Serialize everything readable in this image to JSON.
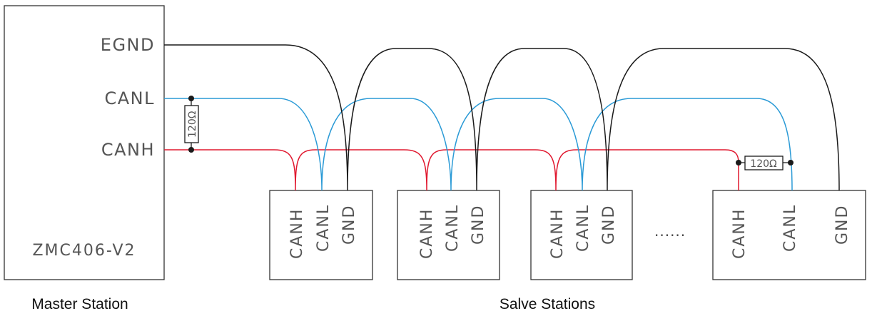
{
  "master": {
    "model": "ZMC406-V2",
    "pins": {
      "egnd": "EGND",
      "canl": "CANL",
      "canh": "CANH"
    },
    "caption": "Master Station"
  },
  "slaves": [
    {
      "pins": [
        "CANH",
        "CANL",
        "GND"
      ]
    },
    {
      "pins": [
        "CANH",
        "CANL",
        "GND"
      ]
    },
    {
      "pins": [
        "CANH",
        "CANL",
        "GND"
      ]
    },
    {
      "pins": [
        "CANH",
        "CANL",
        "GND"
      ]
    }
  ],
  "ellipsis": "......",
  "slaves_caption": "Salve Stations",
  "resistors": {
    "master": "120Ω",
    "end": "120Ω"
  },
  "colors": {
    "canh_wire": "#e0182f",
    "canl_wire": "#2a9ad6",
    "gnd_wire": "#1a1a1a"
  }
}
